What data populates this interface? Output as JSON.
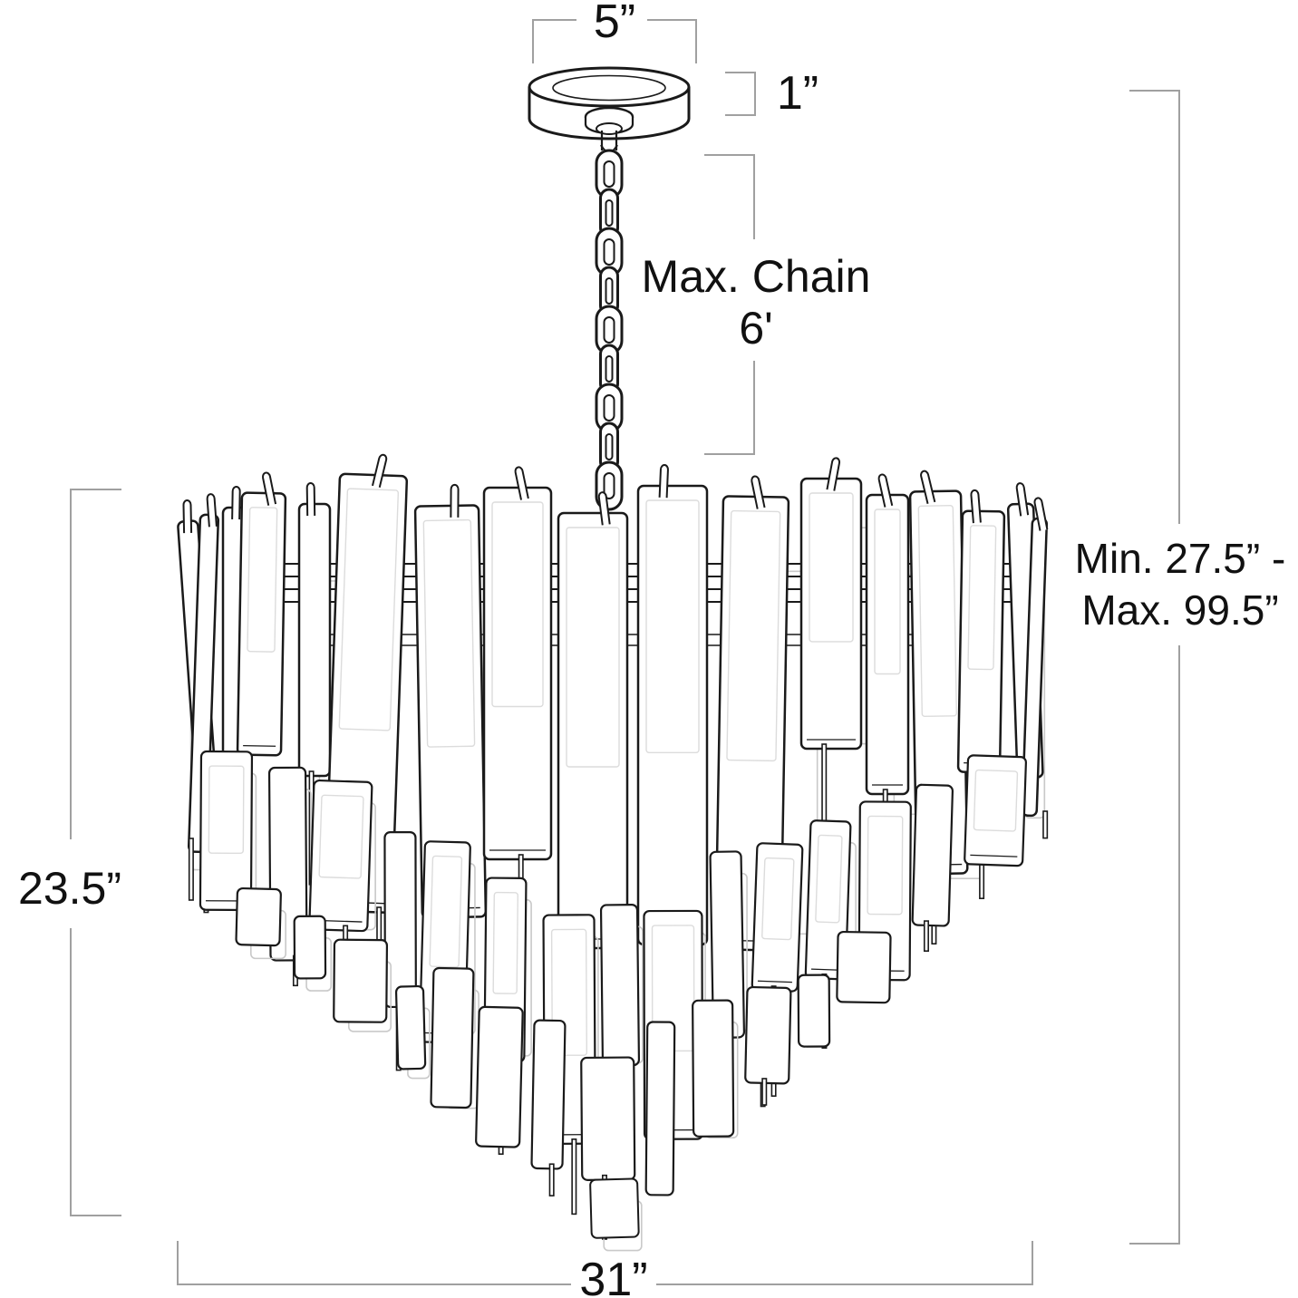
{
  "diagram": {
    "title": "Chandelier dimension line drawing",
    "dimensions": {
      "canopy_width": "5”",
      "canopy_height": "1”",
      "max_chain_line1": "Max. Chain",
      "max_chain_line2": "6'",
      "overall_height_line1": "Min. 27.5” -",
      "overall_height_line2": "Max. 99.5”",
      "fixture_height": "23.5”",
      "fixture_width": "31”"
    },
    "colors": {
      "background": "#ffffff",
      "line_art": "#1a1a1a",
      "dimension_lines": "#a0a0a0",
      "faint_detail": "#c9c9c9",
      "glass_hint": "#dcdcdc",
      "text": "#111111"
    }
  }
}
